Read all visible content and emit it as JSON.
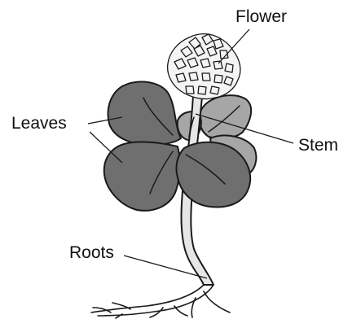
{
  "labels": {
    "flower": "Flower",
    "leaves": "Leaves",
    "stem": "Stem",
    "roots": "Roots"
  },
  "colors": {
    "leaf_dark": "#6f6f6f",
    "leaf_back": "#a6a6a6",
    "stem": "#e6e6e6",
    "petal": "#f4f4f4",
    "outline": "#1a1a1a"
  }
}
